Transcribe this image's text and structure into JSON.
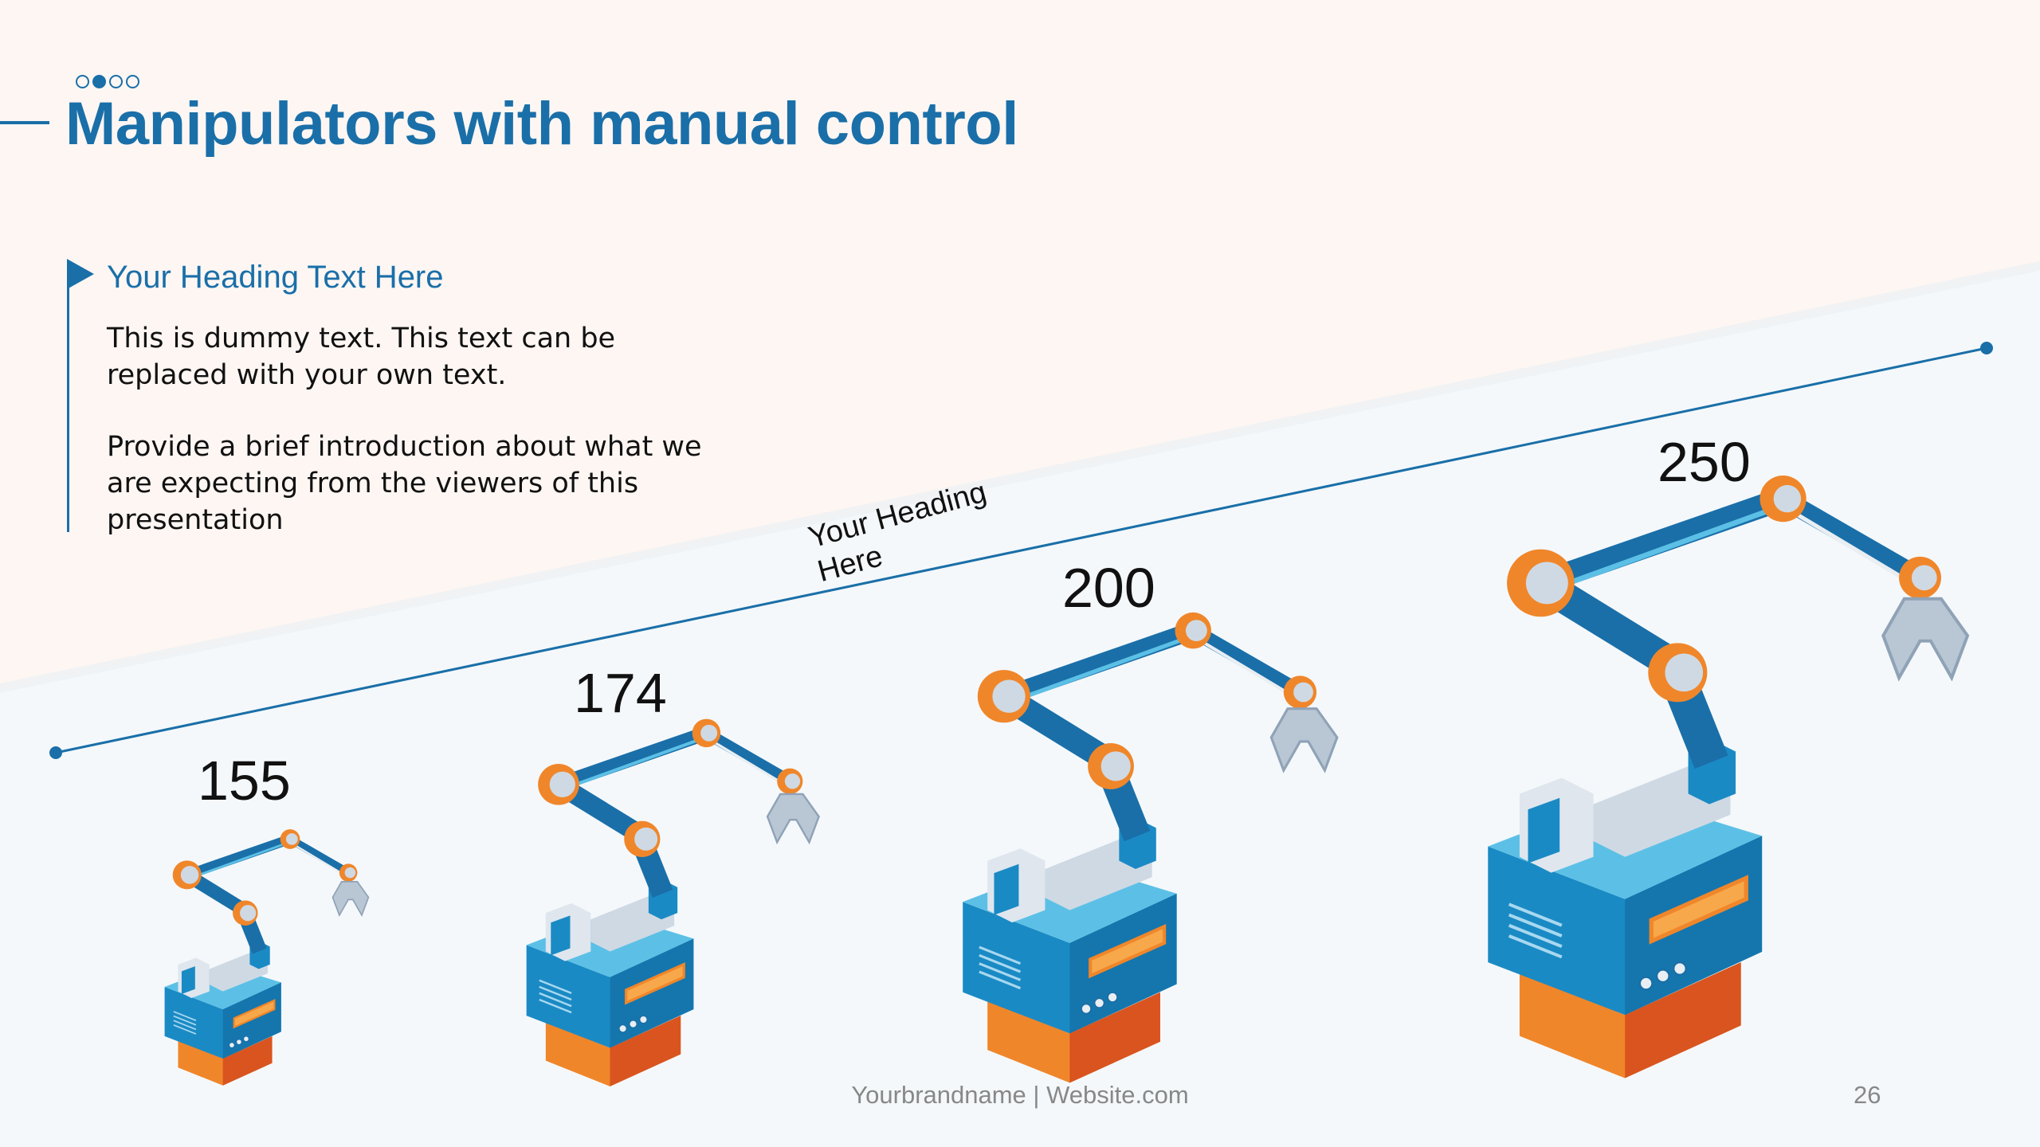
{
  "slide": {
    "title": "Manipulators with manual control",
    "heading": "Your Heading Text Here",
    "paragraphs": [
      "This is dummy text. This text can be replaced with your own text.",
      "Provide a brief introduction about what we are expecting from the viewers of this presentation"
    ],
    "tilted_heading": "Your Heading Here",
    "values": [
      "155",
      "174",
      "200",
      "250"
    ],
    "footer": "Yourbrandname | Website.com",
    "page_number": "26"
  },
  "colors": {
    "accent": "#1a6fa8",
    "background_top": "#fdf6f3",
    "background_bottom": "#f4f8fb",
    "machine_blue": "#1a8ac4",
    "machine_orange": "#f0862a"
  },
  "icons": [
    "slide-dots-icon",
    "heading-flag-icon",
    "robot-arm-icon"
  ]
}
